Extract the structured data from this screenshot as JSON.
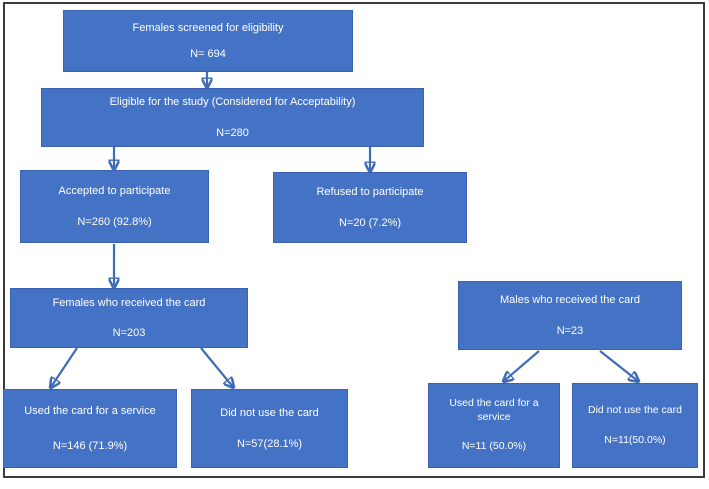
{
  "figure": {
    "type": "flowchart",
    "orientation": "top-down",
    "node_fill_color": "#4472C4",
    "node_text_color": "#FFFFFF",
    "connector_color": "#3F6CB6",
    "frame_color": "#3A3A3A",
    "background_color": "#FFFFFF"
  },
  "nodes": {
    "screened": {
      "title": "Females screened for eligibility",
      "count": "N= 694"
    },
    "eligible": {
      "title": "Eligible for the study (Considered for Acceptability)",
      "count": "N=280"
    },
    "accepted": {
      "title": "Accepted to participate",
      "count": "N=260 (92.8%)"
    },
    "refused": {
      "title": "Refused to participate",
      "count": "N=20 (7.2%)"
    },
    "females_card": {
      "title": "Females who received the card",
      "count": "N=203"
    },
    "males_card": {
      "title": "Males who received the card",
      "count": "N=23"
    },
    "females_used": {
      "title": "Used the card for a service",
      "count": "N=146 (71.9%)"
    },
    "females_not_used": {
      "title": "Did not use the card",
      "count": "N=57(28.1%)"
    },
    "males_used": {
      "title": "Used the card for a service",
      "count": "N=11 (50.0%)"
    },
    "males_not_used": {
      "title": "Did not use the card",
      "count": "N=11(50.0%)"
    }
  },
  "edges": [
    {
      "from": "screened",
      "to": "eligible"
    },
    {
      "from": "eligible",
      "to": "accepted"
    },
    {
      "from": "eligible",
      "to": "refused"
    },
    {
      "from": "accepted",
      "to": "females_card"
    },
    {
      "from": "females_card",
      "to": "females_used"
    },
    {
      "from": "females_card",
      "to": "females_not_used"
    },
    {
      "from": "males_card",
      "to": "males_used"
    },
    {
      "from": "males_card",
      "to": "males_not_used"
    }
  ]
}
